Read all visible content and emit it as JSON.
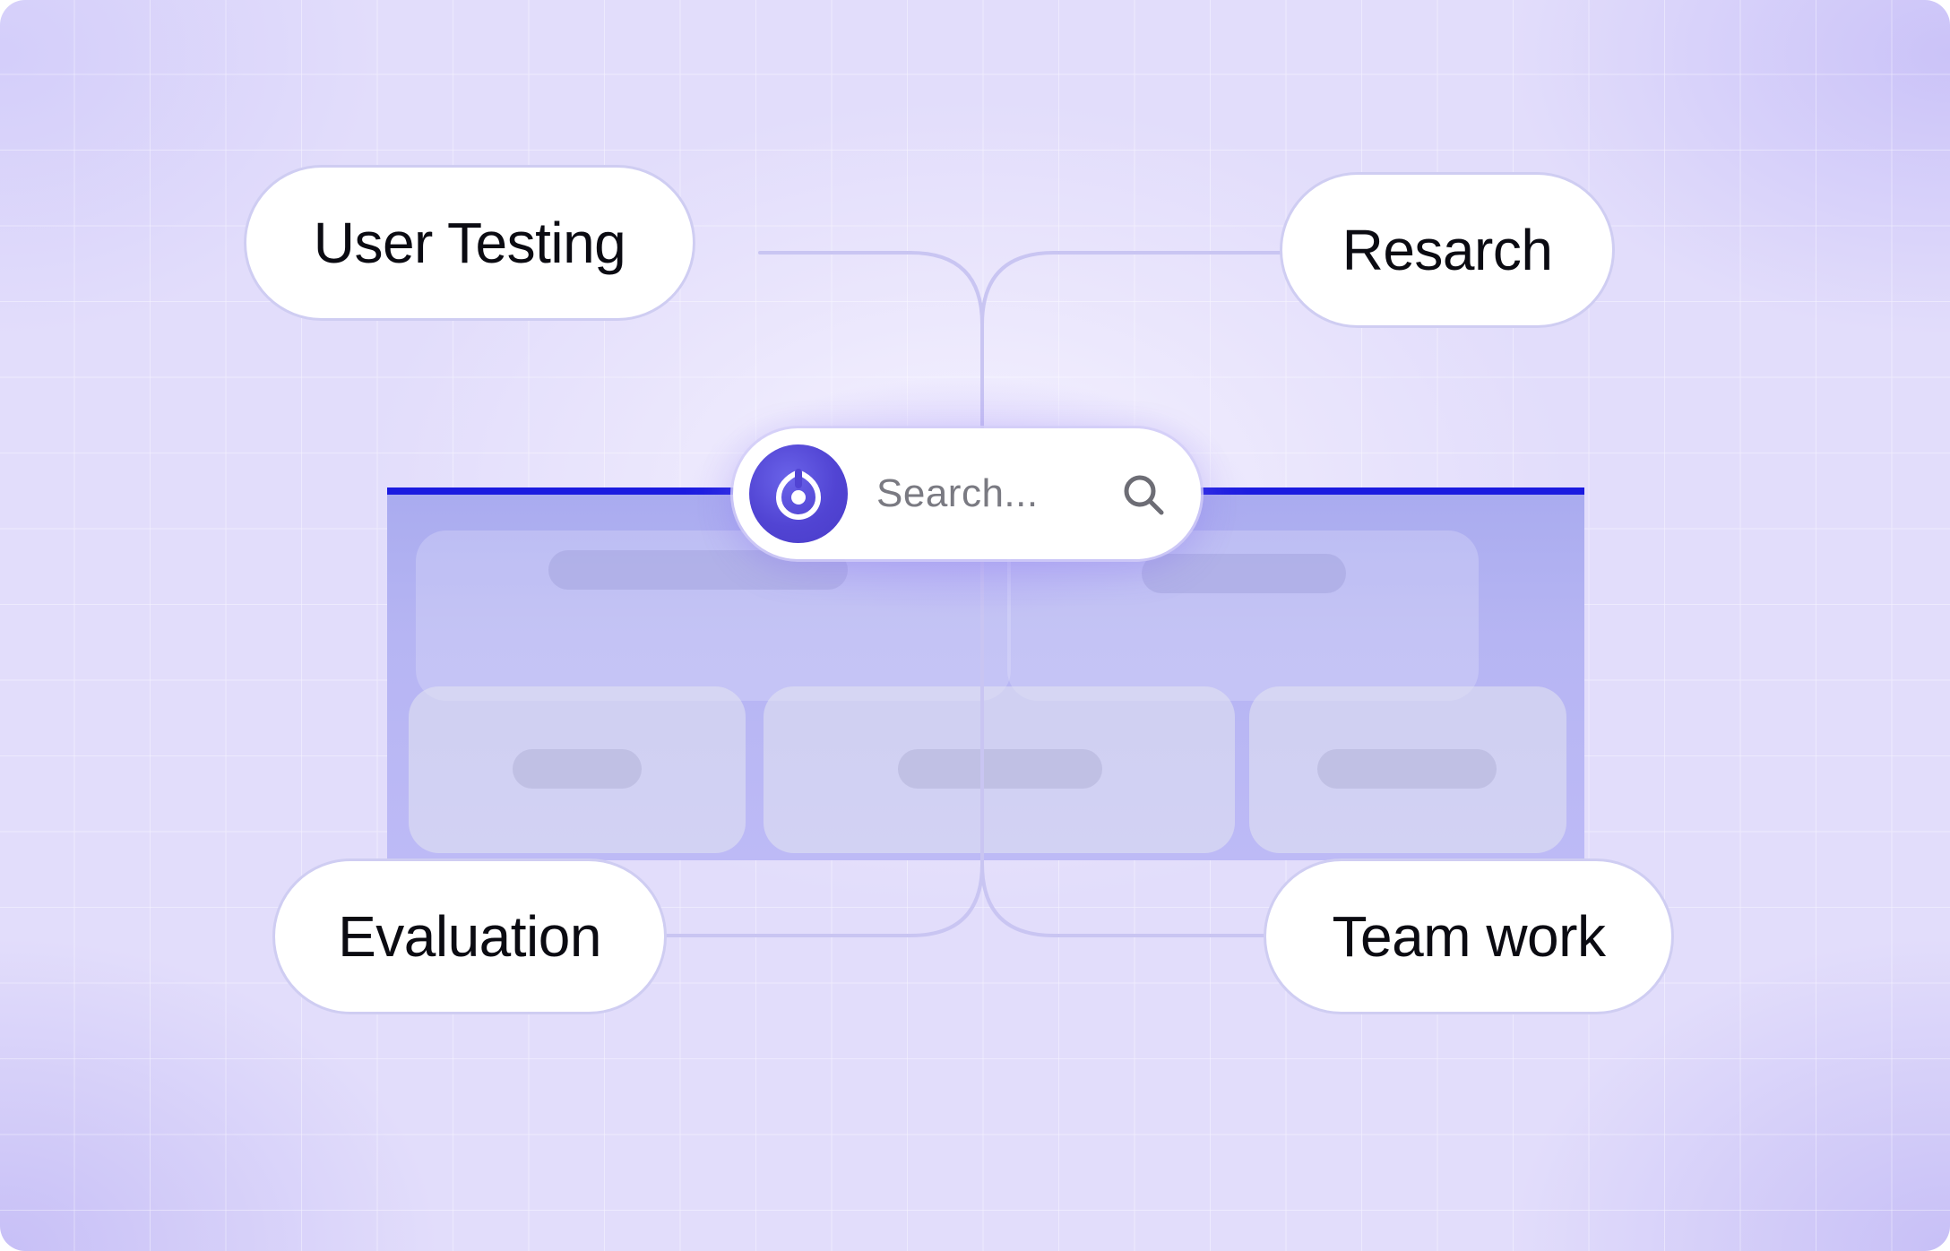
{
  "topics": {
    "top_left": {
      "label": "User Testing"
    },
    "top_right": {
      "label": "Resarch"
    },
    "bottom_left": {
      "label": "Evaluation"
    },
    "bottom_right": {
      "label": "Team work"
    }
  },
  "search": {
    "placeholder": "Search...",
    "logo_icon": "brand-logo-icon",
    "action_icon": "search-icon"
  },
  "colors": {
    "accent": "#5144d3",
    "panel_top_bar": "#1b1be0",
    "background": "#e2ddfb",
    "pill_border": "#cfcdf2"
  }
}
